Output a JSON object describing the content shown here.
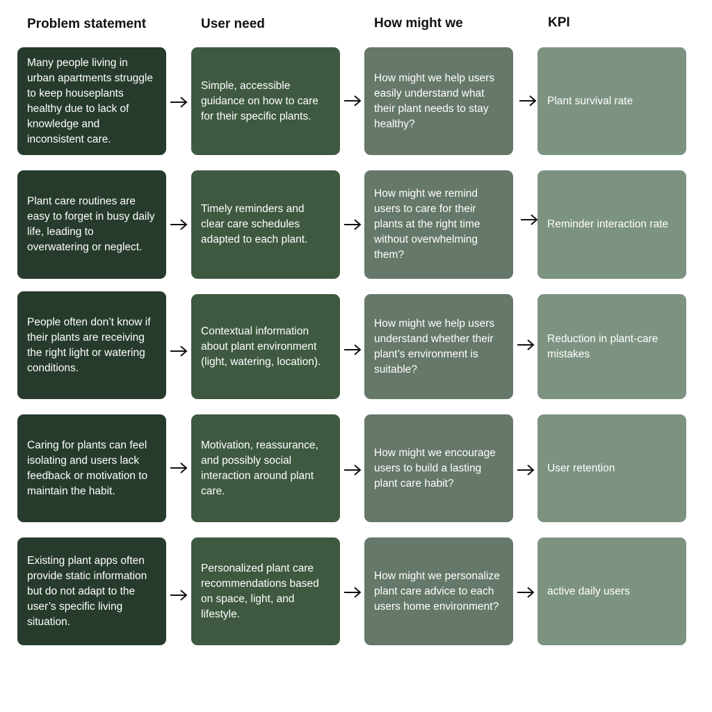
{
  "headers": [
    "Problem statement",
    "User need",
    "How might we",
    "KPI"
  ],
  "rows": [
    {
      "problem": "Many people living in urban apartments struggle to keep houseplants healthy due to lack of knowledge and inconsistent care.",
      "need": "Simple, accessible guidance on how to care for their specific plants.",
      "hmw": "How might we help users easily understand what their plant needs to stay healthy?",
      "kpi": "Plant survival rate"
    },
    {
      "problem": "Plant care routines are easy to forget in busy daily life, leading to overwatering or neglect.",
      "need": "Timely reminders and clear care schedules adapted to each plant.",
      "hmw": "How might we remind users to care for their plants at the right time without overwhelming them?",
      "kpi": "Reminder interaction rate"
    },
    {
      "problem": "People often don’t know if their plants are receiving the right light or watering conditions.",
      "need": "Contextual information about plant environment (light, watering, location).",
      "hmw": "How might we help users understand whether their plant’s environment is suitable?",
      "kpi": "Reduction in plant-care mistakes"
    },
    {
      "problem": "Caring for plants can feel isolating and users lack feedback or motivation to maintain the habit.",
      "need": "Motivation, reassurance, and possibly social interaction around plant care.",
      "hmw": "How might we encourage users to build a lasting plant care habit?",
      "kpi": "User retention"
    },
    {
      "problem": "Existing plant apps often provide static information but do not adapt to the user’s specific living situation.",
      "need": "Personalized plant care recommendations based on space, light, and lifestyle.",
      "hmw": "How might we personalize plant care advice to each users home environment?",
      "kpi": "active daily users"
    }
  ],
  "colors": {
    "problem": "#263b2c",
    "need": "#3e5940",
    "hmw": "#667869",
    "kpi": "#7d9382",
    "arrow": "#111111"
  },
  "icons": {
    "connector": "arrow-right-icon"
  }
}
